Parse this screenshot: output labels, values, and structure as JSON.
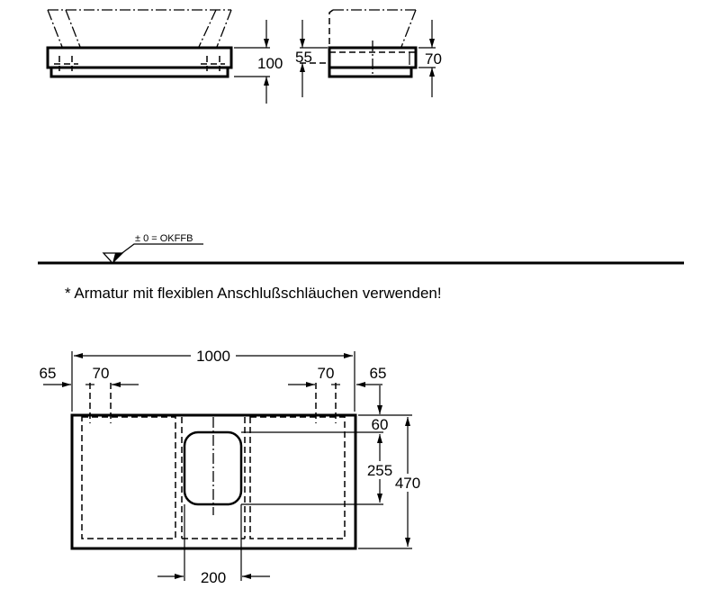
{
  "front_view": {
    "height_label": "100"
  },
  "side_view": {
    "left_label": "55",
    "right_label": "70"
  },
  "floor_reference": {
    "label": "± 0 = OKFFB"
  },
  "note": "* Armatur mit flexiblen Anschlußschläuchen verwenden!",
  "plan_view": {
    "width_label": "1000",
    "left_offset_label": "65",
    "left_spacing_label": "70",
    "right_spacing_label": "70",
    "right_offset_label": "65",
    "basin_top_offset_label": "60",
    "basin_depth_label": "255",
    "depth_label": "470",
    "basin_width_label": "200"
  }
}
